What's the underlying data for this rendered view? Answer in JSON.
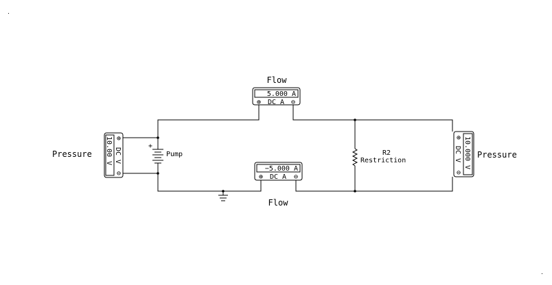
{
  "top_meter": {
    "reading": "5.000 A",
    "pos_sym": "⊕",
    "mode": "DC A",
    "neg_sym": "⊖",
    "caption": "Flow"
  },
  "bottom_meter": {
    "reading": "−5.000 A",
    "pos_sym": "⊕",
    "mode": "DC A",
    "neg_sym": "⊖",
    "caption": "Flow"
  },
  "left_meter": {
    "reading": "10.00 V",
    "pos_sym": "⊕",
    "mode": "DC V",
    "neg_sym": "⊖",
    "caption": "Pressure"
  },
  "right_meter": {
    "reading": "10.000 V",
    "pos_sym": "⊕",
    "mode": "DC V",
    "neg_sym": "⊖",
    "caption": "Pressure"
  },
  "battery": {
    "label": "Pump",
    "plus": "+"
  },
  "resistor": {
    "name": "R2",
    "label": "Restriction"
  }
}
